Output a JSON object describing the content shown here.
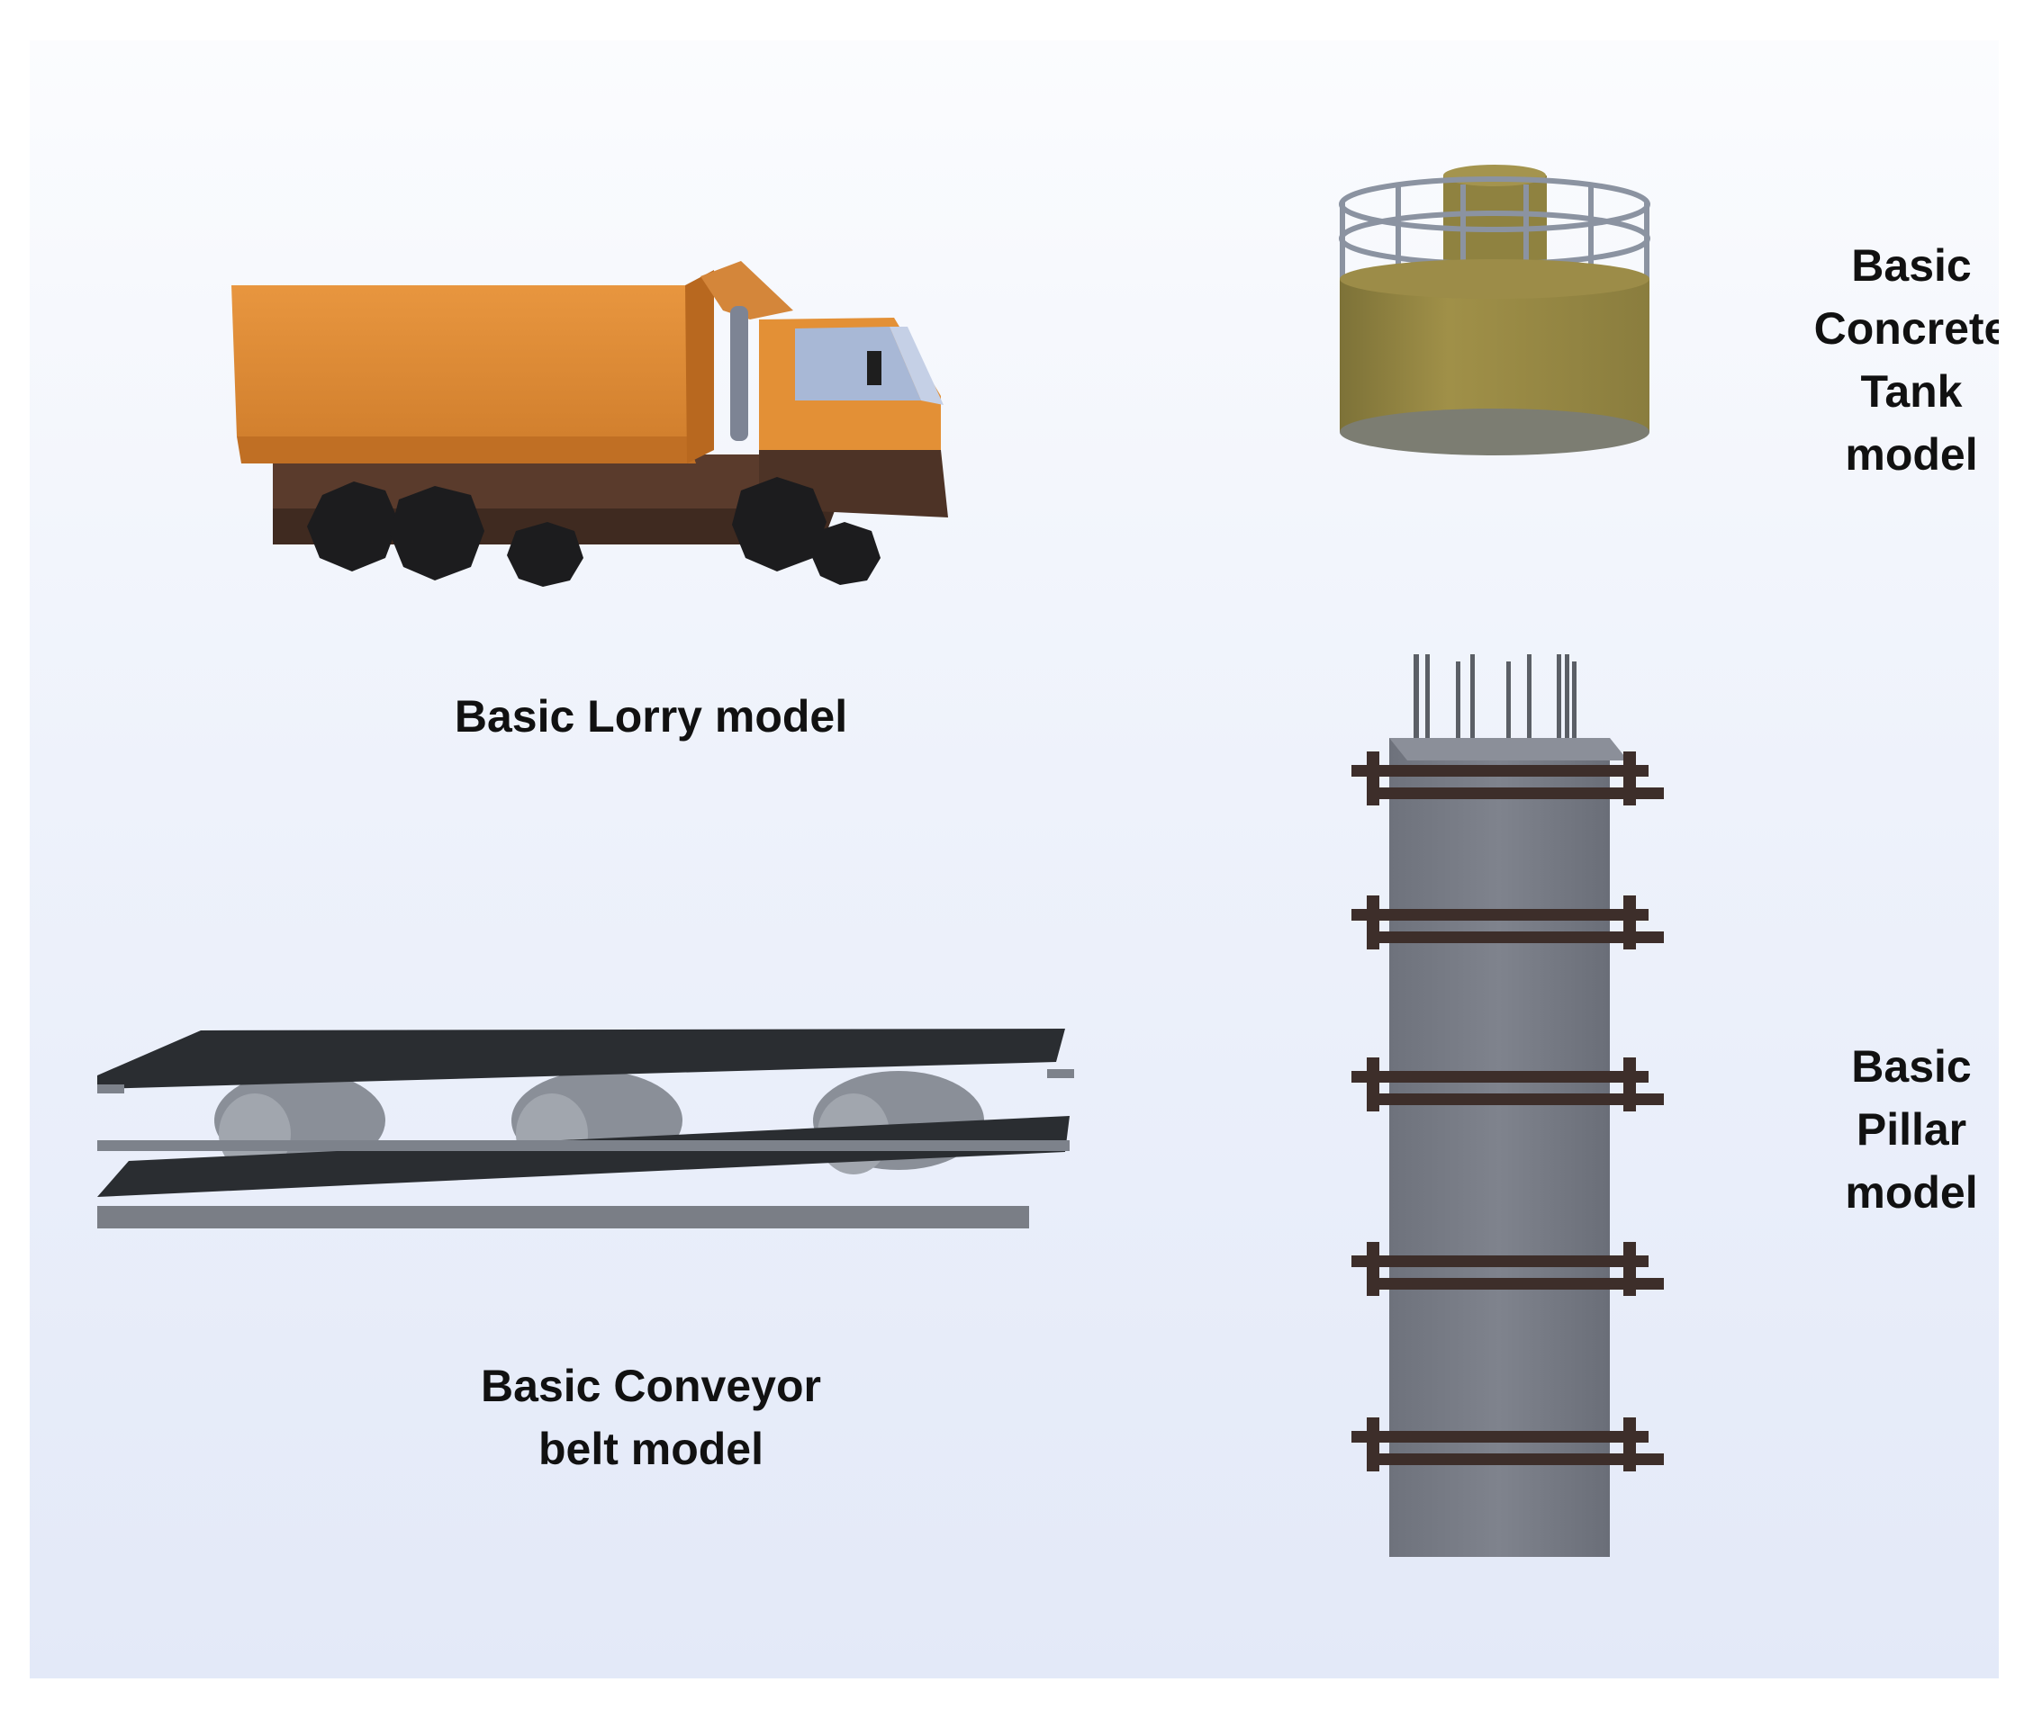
{
  "models": {
    "lorry": {
      "label": "Basic Lorry model",
      "icon": "dump-truck-3d",
      "color": "#e08d3a"
    },
    "tank": {
      "label": "Basic\nConcrete\nTank\nmodel",
      "icon": "concrete-tank-3d",
      "color": "#9a8a48"
    },
    "conveyor": {
      "label": "Basic Conveyor\nbelt model",
      "icon": "conveyor-belt-3d",
      "color": "#2a2d31"
    },
    "pillar": {
      "label": "Basic\nPillar\nmodel",
      "icon": "reinforced-pillar-3d",
      "color": "#7b7f89"
    }
  }
}
